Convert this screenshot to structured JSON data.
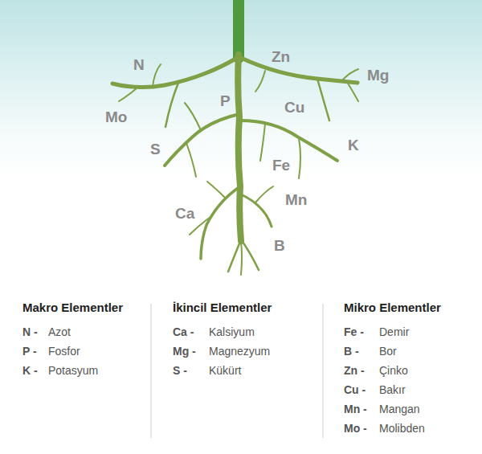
{
  "diagram": {
    "labels": [
      "N",
      "Zn",
      "Mg",
      "Mo",
      "P",
      "Cu",
      "S",
      "K",
      "Fe",
      "Mn",
      "Ca",
      "B",
      "Makro Elementler",
      "N -",
      "Azot",
      "P -",
      "Fosfor",
      "K -",
      "Potasyum",
      "İkincil Elementler",
      "Ca -",
      "Kalsiyum",
      "Mg -",
      "Magnezyum",
      "S -",
      "Kükürt",
      "Mikro Elementler",
      "Fe -",
      "Demir",
      "B -",
      "Bor",
      "Zn -",
      "Çinko",
      "Cu -",
      "Bakır",
      "Mn -",
      "Mangan",
      "Mo -",
      "Molibden"
    ]
  }
}
